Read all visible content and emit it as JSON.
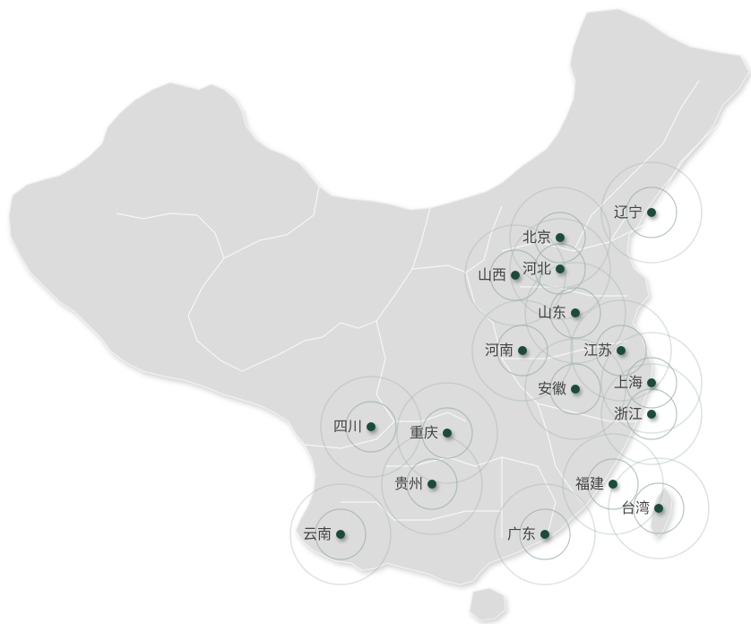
{
  "colors": {
    "land": "#dcdcdc",
    "land_edge": "#e8e8e8",
    "border": "#f4f4f4",
    "marker": "#1f4b3e",
    "ring": "#9fb2aa",
    "label": "#444444"
  },
  "markers": [
    {
      "name": "辽宁",
      "id": "liaoning"
    },
    {
      "name": "北京",
      "id": "beijing"
    },
    {
      "name": "河北",
      "id": "hebei"
    },
    {
      "name": "山西",
      "id": "shanxi"
    },
    {
      "name": "山东",
      "id": "shandong"
    },
    {
      "name": "河南",
      "id": "henan"
    },
    {
      "name": "江苏",
      "id": "jiangsu"
    },
    {
      "name": "上海",
      "id": "shanghai"
    },
    {
      "name": "安徽",
      "id": "anhui"
    },
    {
      "name": "浙江",
      "id": "zhejiang"
    },
    {
      "name": "四川",
      "id": "sichuan"
    },
    {
      "name": "重庆",
      "id": "chongqing"
    },
    {
      "name": "贵州",
      "id": "guizhou"
    },
    {
      "name": "福建",
      "id": "fujian"
    },
    {
      "name": "台湾",
      "id": "taiwan"
    },
    {
      "name": "云南",
      "id": "yunnan"
    },
    {
      "name": "广东",
      "id": "guangdong"
    }
  ]
}
